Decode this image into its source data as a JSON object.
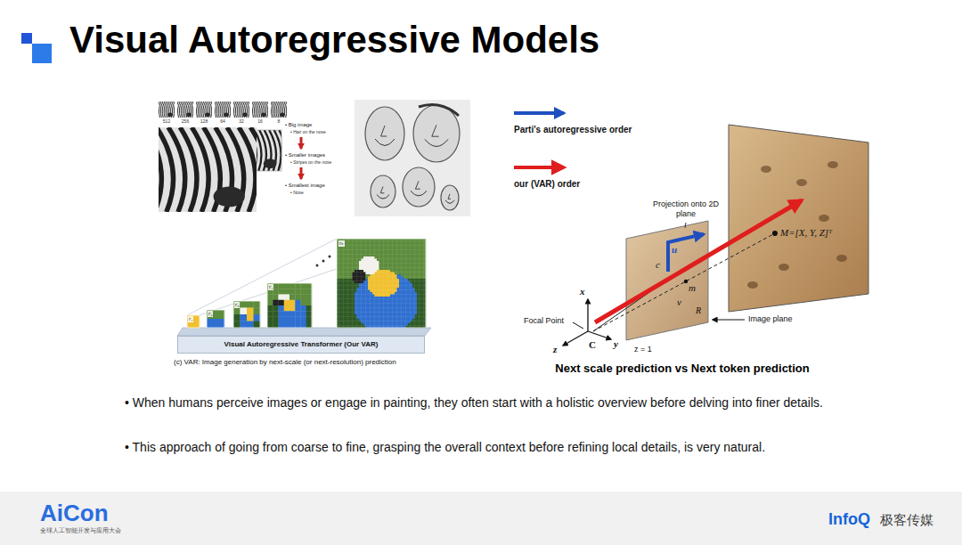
{
  "diagram": {
    "title": "Visual Autoregressive Models",
    "caption": "Next scale prediction vs Next token prediction",
    "nodes": [
      {
        "text": [
          "Visual Autoregressive Transformer (Our VAR)"
        ]
      }
    ],
    "labels": [
      "512",
      "256",
      "128",
      "64",
      "32",
      "16",
      "8",
      "• Big image",
      "• Hair on the nose",
      "• Smaller images",
      "• Stripes on the nose",
      "• Smallest image",
      "• Nose",
      "r₁",
      "r₂",
      "r₃",
      "r₄",
      "rₖ",
      "(c) VAR: Image generation by next-scale (or next-resolution) prediction",
      "Projection onto 2D plane",
      "M=[X, Y, Z]ᵀ",
      "c",
      "m",
      "u",
      "v",
      "R",
      "Image plane",
      "Focal Point",
      "x",
      "y",
      "z",
      "C",
      "z = 1",
      "• When humans perceive images or engage in painting, they often start with a holistic overview before delving into finer details.",
      "• This approach of going from coarse to fine, grasping the overall context before refining local details, is very natural.",
      "AiCon",
      "全球人工智能开发与应用大会",
      "InfoQ",
      "极客传媒"
    ],
    "legend": [
      {
        "text": "Parti's autoregressive order"
      },
      {
        "text": "our (VAR) order"
      }
    ]
  }
}
